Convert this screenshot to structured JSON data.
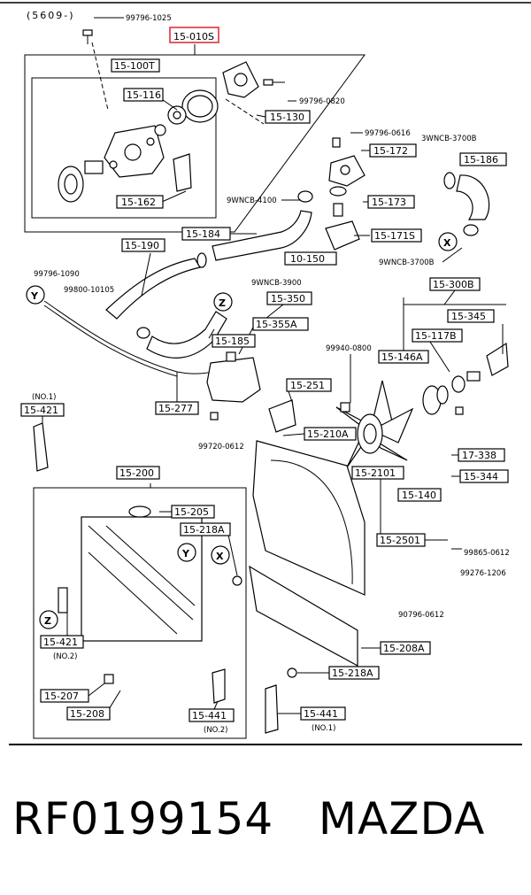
{
  "header": {
    "section_code": "(5609-)"
  },
  "highlight_color": "#e0313f",
  "labels": {
    "l_15_010s": "15-010S",
    "l_15_100t": "15-100T",
    "l_15_116": "15-116",
    "l_15_162": "15-162",
    "l_15_130": "15-130",
    "l_15_172": "15-172",
    "l_15_173": "15-173",
    "l_15_171s": "15-171S",
    "l_15_186": "15-186",
    "l_15_184": "15-184",
    "l_10_150": "10-150",
    "l_15_190": "15-190",
    "l_15_350": "15-350",
    "l_15_355a": "15-355A",
    "l_15_185": "15-185",
    "l_15_277": "15-277",
    "l_15_300b": "15-300B",
    "l_15_345": "15-345",
    "l_15_117b": "15-117B",
    "l_15_146a": "15-146A",
    "l_15_251": "15-251",
    "l_15_210a": "15-210A",
    "l_15_2101": "15-2101",
    "l_15_140": "15-140",
    "l_15_2501": "15-2501",
    "l_17_338": "17-338",
    "l_15_344": "15-344",
    "l_15_421_top": "15-421",
    "l_15_200": "15-200",
    "l_15_205": "15-205",
    "l_15_218a_top": "15-218A",
    "l_15_421_bot": "15-421",
    "l_15_207": "15-207",
    "l_15_208": "15-208",
    "l_15_441_left": "15-441",
    "l_15_208a": "15-208A",
    "l_15_218a_bot": "15-218A",
    "l_15_441_right": "15-441"
  },
  "small_labels": {
    "s_99796_1025": "99796-1025",
    "s_99796_0820": "99796-0820",
    "s_99796_0616": "99796-0616",
    "s_3wncb_3700b_top": "3WNCB-3700B",
    "s_9wncb_4100": "9WNCB-4100",
    "s_99796_1090": "99796-1090",
    "s_99800_10105": "99800-10105",
    "s_9wncb_3700b": "9WNCB-3700B",
    "s_9wncb_3900": "9WNCB-3900",
    "s_99940_0800": "99940-0800",
    "s_99720_0612": "99720-0612",
    "s_no1_left": "(NO.1)",
    "s_no2_mid": "(NO.2)",
    "s_no2_bot": "(NO.2)",
    "s_no1_bot": "(NO.1)",
    "s_99865_0612": "99865-0612",
    "s_99276_1206": "99276-1206",
    "s_90796_0612": "90796-0612"
  },
  "markers": {
    "y": "Y",
    "z": "Z",
    "x": "X"
  },
  "footer": {
    "part_number": "RF0199154",
    "brand": "MAZDA"
  }
}
